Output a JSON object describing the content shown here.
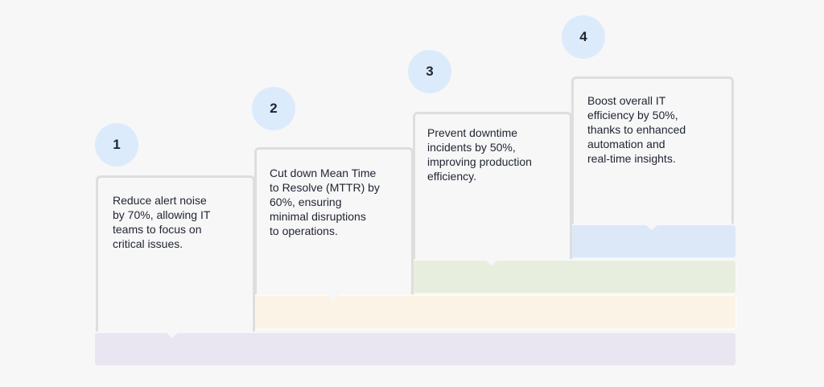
{
  "steps": [
    {
      "number": "1",
      "text": "Reduce alert noise\nby 70%, allowing IT\nteams to focus on\ncritical issues.",
      "bar_color": "#e9e6f1"
    },
    {
      "number": "2",
      "text": "Cut down Mean Time\nto Resolve (MTTR) by\n60%, ensuring\nminimal disruptions\nto operations.",
      "bar_color": "#fbf3e6"
    },
    {
      "number": "3",
      "text": "Prevent downtime\nincidents by 50%,\nimproving production\nefficiency.",
      "bar_color": "#e8eedd"
    },
    {
      "number": "4",
      "text": "Boost overall IT\nefficiency by 50%,\nthanks to enhanced\nautomation and\nreal-time insights.",
      "bar_color": "#dce8f8"
    }
  ],
  "colors": {
    "background": "#f7f7f8",
    "circle": "#dcebfb",
    "outline": "#dedede",
    "text": "#1f2430"
  }
}
